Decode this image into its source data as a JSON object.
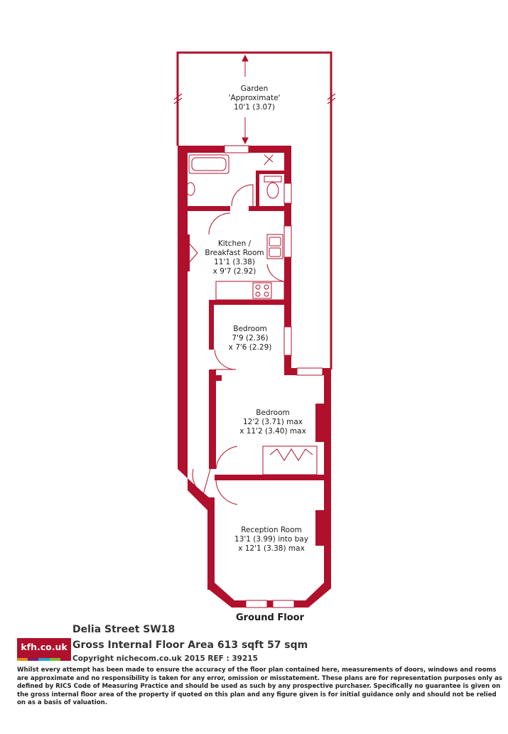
{
  "colors": {
    "wall": "#b0102c",
    "line": "#b0102c",
    "text": "#1a1a1a"
  },
  "rooms": {
    "garden": {
      "name": "Garden",
      "note": "'Approximate'",
      "dims": "10'1 (3.07)"
    },
    "kitchen": {
      "name": "Kitchen /",
      "name2": "Breakfast Room",
      "dims": "11'1 (3.38)",
      "dims2": "x 9'7 (2.92)"
    },
    "bedroom_small": {
      "name": "Bedroom",
      "dims": "7'9 (2.36)",
      "dims2": "x 7'6 (2.29)"
    },
    "bedroom_large": {
      "name": "Bedroom",
      "dims": "12'2 (3.71) max",
      "dims2": "x 11'2 (3.40) max"
    },
    "reception": {
      "name": "Reception Room",
      "dims": "13'1 (3.99) into bay",
      "dims2": "x 12'1 (3.38) max"
    }
  },
  "floor_name": "Ground Floor",
  "logo": {
    "text": "kfh.co.uk",
    "bar_colors": [
      "#e38b1e",
      "#7a1f6e",
      "#2aa0c8",
      "#7fb23a",
      "#b0102c"
    ]
  },
  "property": {
    "address": "Delia Street SW18",
    "area": "Gross Internal Floor Area 613 sqft 57 sqm",
    "copyright": "Copyright nichecom.co.uk 2015 REF : 39215"
  },
  "disclaimer": "Whilst every attempt has been made to ensure the accuracy of the floor plan contained here, measurements of doors, windows and rooms are approximate and no responsibility is taken for any error, omission or misstatement. These plans are for representation purposes only as defined by RICS Code of Measuring Practice and should be used as such by any prospective purchaser. Specifically no guarantee is given on the gross internal floor area of the property if quoted on this plan and any figure given is for initial guidance only and should not be relied on as a basis of valuation."
}
